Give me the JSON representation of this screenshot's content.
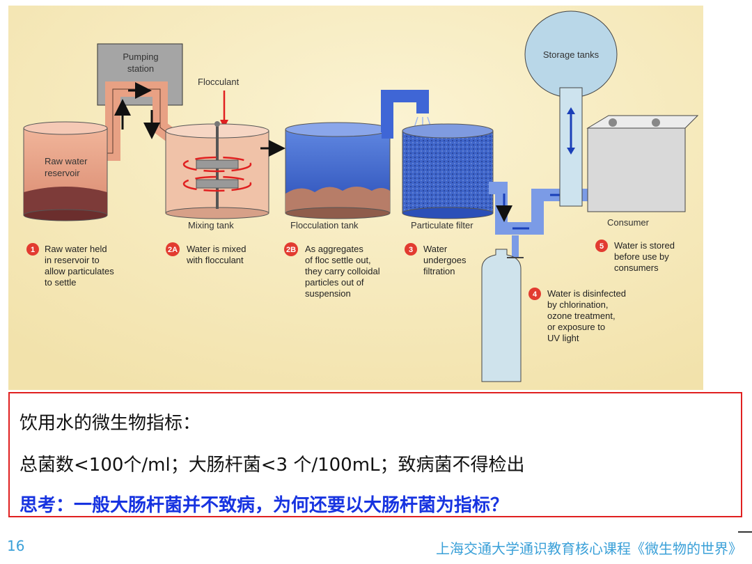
{
  "diagram": {
    "labels": {
      "pumping_1": "Pumping",
      "pumping_2": "station",
      "flocculant": "Flocculant",
      "storage": "Storage tanks",
      "raw_1": "Raw water",
      "raw_2": "reservoir",
      "mixing": "Mixing tank",
      "flocculation": "Flocculation tank",
      "filter": "Particulate filter",
      "consumer": "Consumer"
    },
    "steps": [
      {
        "badge": "1",
        "lines": [
          "Raw water held",
          "in reservoir to",
          "allow particulates",
          "to settle"
        ]
      },
      {
        "badge": "2A",
        "lines": [
          "Water is mixed",
          "with flocculant"
        ]
      },
      {
        "badge": "2B",
        "lines": [
          "As aggregates",
          "of floc settle out,",
          "they carry colloidal",
          "particles out of",
          "suspension"
        ]
      },
      {
        "badge": "3",
        "lines": [
          "Water",
          "undergoes",
          "filtration"
        ]
      },
      {
        "badge": "4",
        "lines": [
          "Water is disinfected",
          "by chlorination,",
          "ozone treatment,",
          "or exposure to",
          "UV light"
        ]
      },
      {
        "badge": "5",
        "lines": [
          "Water is stored",
          "before use by",
          "consumers"
        ]
      }
    ]
  },
  "text": {
    "line1": "饮用水的微生物指标：",
    "line2": "总菌数<100个/ml；大肠杆菌<3 个/100mL；致病菌不得检出",
    "line3": "思考：一般大肠杆菌并不致病，为何还要以大肠杆菌为指标？"
  },
  "footer": {
    "page": "16",
    "course": "上海交通大学通识教育核心课程《微生物的世界》"
  },
  "colors": {
    "background": "#f7ecc1",
    "badge": "#e23b30",
    "highlight": "#1733e0",
    "border": "#e02020",
    "footer": "#3aa0d8"
  }
}
